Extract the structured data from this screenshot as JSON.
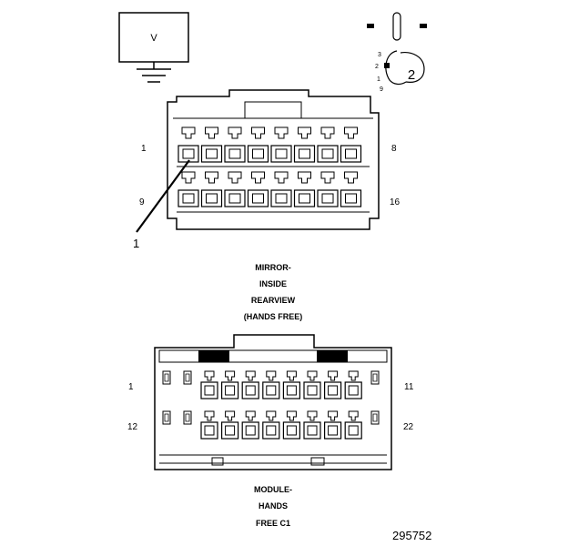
{
  "meter": {
    "symbol": "V"
  },
  "connector_key": {
    "callout": "2",
    "pins": [
      "3",
      "2",
      "1",
      "9"
    ]
  },
  "mirror_connector": {
    "caption_lines": [
      "MIRROR-",
      "INSIDE",
      "REARVIEW",
      "(HANDS FREE)"
    ],
    "pin_labels": {
      "top_left": "1",
      "top_right": "8",
      "bottom_left": "9",
      "bottom_right": "16"
    },
    "callout": "1"
  },
  "module_connector": {
    "caption_lines": [
      "MODULE-",
      "HANDS",
      "FREE C1"
    ],
    "pin_labels": {
      "top_left": "1",
      "top_right": "11",
      "bottom_left": "12",
      "bottom_right": "22"
    }
  },
  "figure_number": "295752"
}
